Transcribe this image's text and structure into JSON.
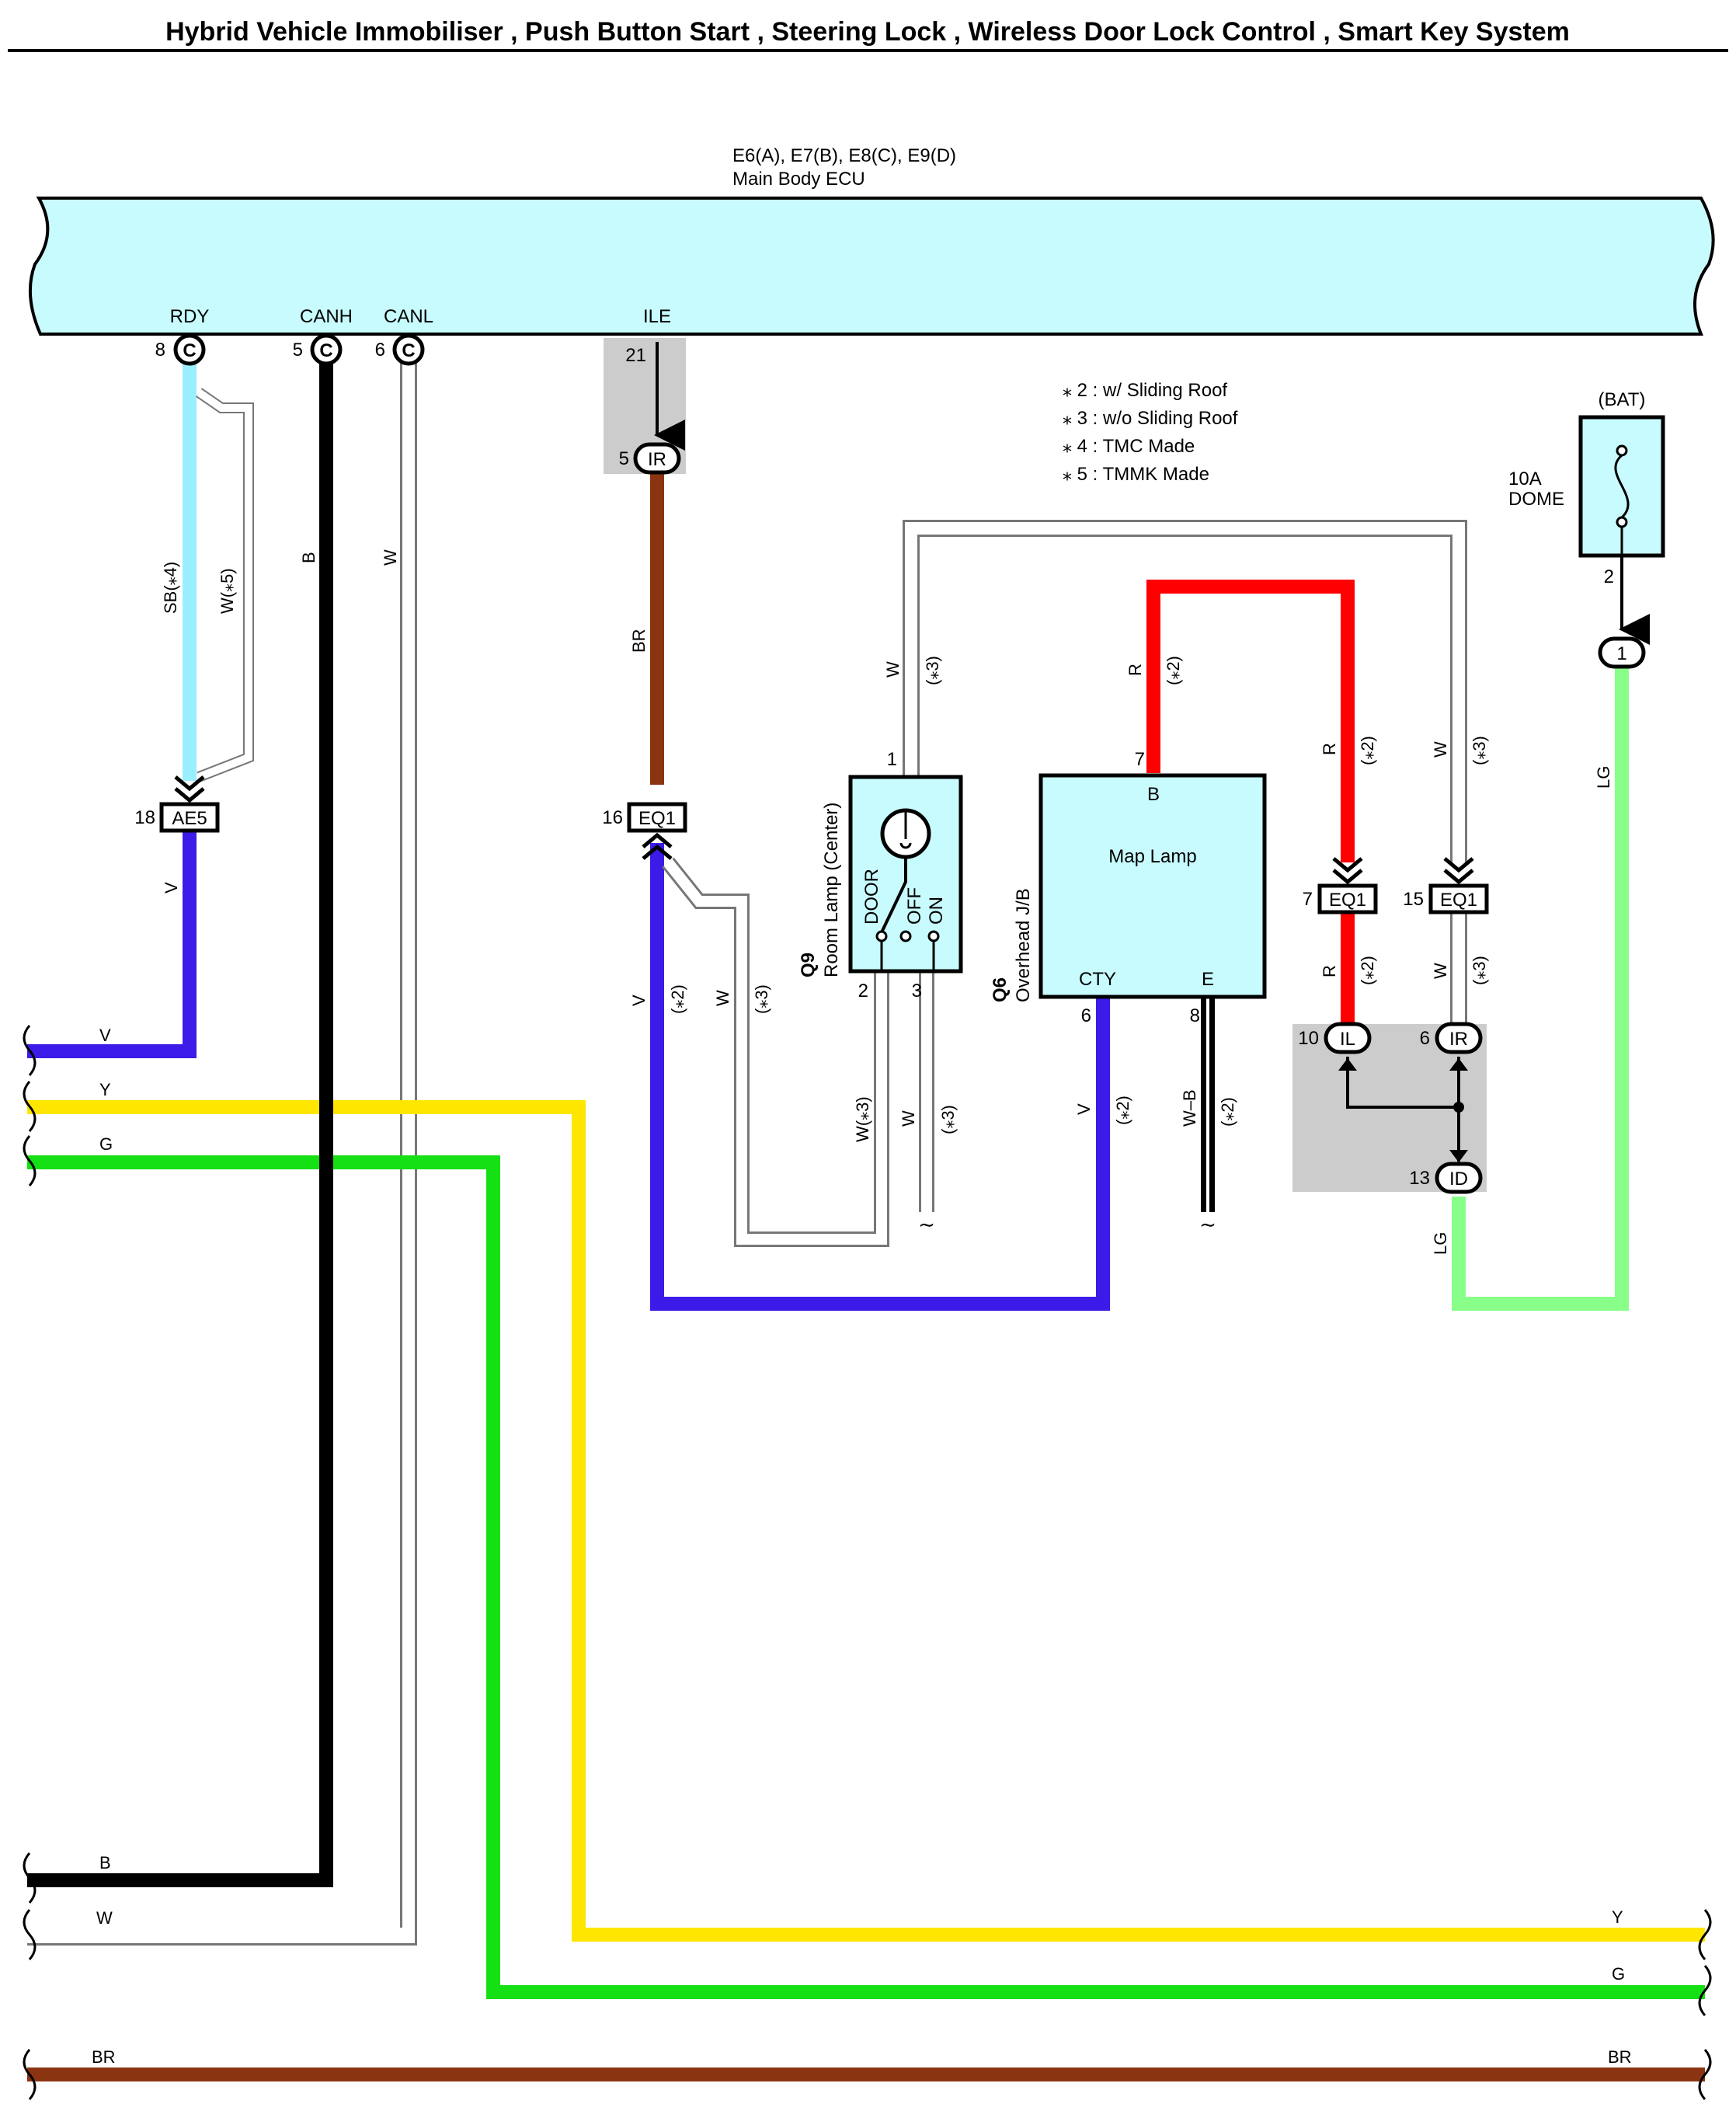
{
  "title": "Hybrid Vehicle Immobiliser , Push Button Start , Steering Lock , Wireless Door Lock Control , Smart Key System",
  "colors": {
    "ecu_fill": "#c8fbfd",
    "sb": "#9aefff",
    "v": "#3c1be8",
    "b": "#000000",
    "w": "#ffffff",
    "w_outline": "#777777",
    "br": "#8b3412",
    "y": "#ffe600",
    "g": "#14e014",
    "lg": "#88ff88",
    "r": "#ff0000",
    "junction_block": "#cccccc"
  },
  "ecu": {
    "code": "E6(A), E7(B), E8(C), E9(D)",
    "name": "Main Body ECU",
    "pins": [
      {
        "name": "RDY",
        "num": "8",
        "conn": "C"
      },
      {
        "name": "CANH",
        "num": "5",
        "conn": "C"
      },
      {
        "name": "CANL",
        "num": "6",
        "conn": "C"
      },
      {
        "name": "ILE",
        "num": "21",
        "conn": ""
      }
    ]
  },
  "notes": [
    "⁎ 2 : w/ Sliding Roof",
    "⁎ 3 : w/o Sliding Roof",
    "⁎ 4 : TMC Made",
    "⁎ 5 : TMMK Made"
  ],
  "fuse": {
    "source": "(BAT)",
    "rating": "10A",
    "name": "DOME",
    "pin": "2",
    "conn_pin": "1"
  },
  "connectors": {
    "ae5": {
      "num": "18",
      "label": "AE5"
    },
    "ir_top": {
      "num": "5",
      "label": "IR"
    },
    "eq1_16": {
      "num": "16",
      "label": "EQ1"
    },
    "eq1_7": {
      "num": "7",
      "label": "EQ1"
    },
    "eq1_15": {
      "num": "15",
      "label": "EQ1"
    },
    "il": {
      "num": "10",
      "label": "IL"
    },
    "ir_j": {
      "num": "6",
      "label": "IR"
    },
    "id": {
      "num": "13",
      "label": "ID"
    }
  },
  "room_lamp": {
    "code": "Q9",
    "name": "Room Lamp (Center)",
    "switch": [
      "DOOR",
      "OFF",
      "ON"
    ],
    "pins": [
      "1",
      "2",
      "3"
    ]
  },
  "map_lamp": {
    "code": "Q6",
    "name": "Overhead J/B",
    "title": "Map Lamp",
    "terminals": {
      "b": "B",
      "cty": "CTY",
      "e": "E"
    },
    "pins": {
      "b": "7",
      "cty": "6",
      "e": "8"
    }
  },
  "wire_labels": {
    "sb4": "SB(⁎4)",
    "w5": "W(⁎5)",
    "b": "B",
    "w": "W",
    "br": "BR",
    "v": "V",
    "w3": "W(⁎3)",
    "lg": "LG",
    "r": "R",
    "wb": "W–B",
    "y": "Y",
    "g": "G",
    "s2": "(⁎2)",
    "s3": "(⁎3)"
  }
}
